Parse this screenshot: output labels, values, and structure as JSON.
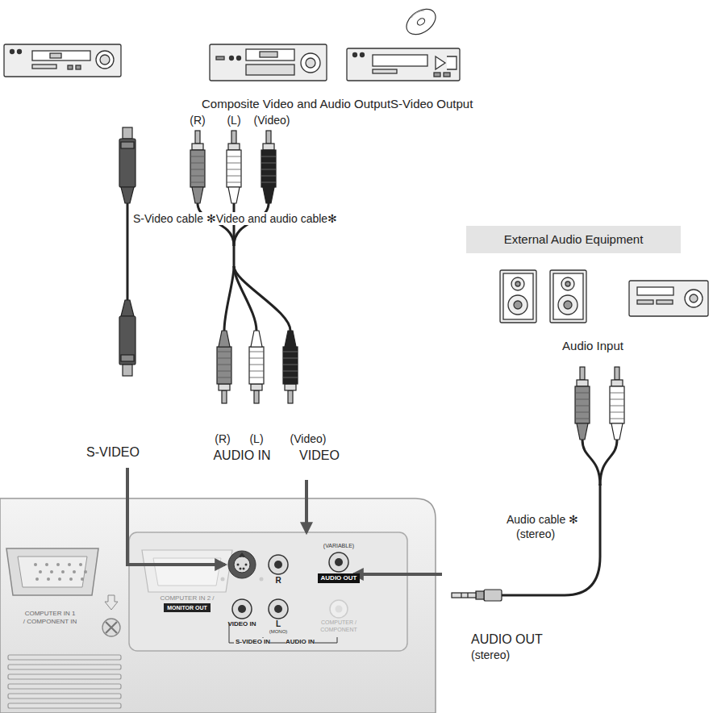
{
  "diagram": {
    "nodes": [
      {
        "text": [
          "External Audio Equipment"
        ]
      },
      {
        "text": [
          "MONITOR OUT"
        ]
      },
      {
        "text": [
          "AUDIO OUT"
        ]
      }
    ],
    "labels": [
      "Composite Video and Audio Output",
      "S-Video Output",
      "(R)",
      "(L)",
      "(Video)",
      "S-Video cable ✻",
      "Video and audio cable✻",
      "(R)",
      "(L)",
      "(Video)",
      "S-VIDEO",
      "AUDIO IN",
      "VIDEO",
      "Audio Input",
      "Audio cable ✻",
      "(stereo)",
      "AUDIO OUT",
      "(stereo)",
      "COMPUTER IN 1",
      "/ COMPONENT IN",
      "COMPUTER IN 2 /",
      "R",
      "(VARIABLE)",
      "VIDEO IN",
      "L",
      "(MONO)",
      "COMPUTER /",
      "COMPONENT",
      "S-VIDEO IN",
      "AUDIO IN"
    ]
  }
}
